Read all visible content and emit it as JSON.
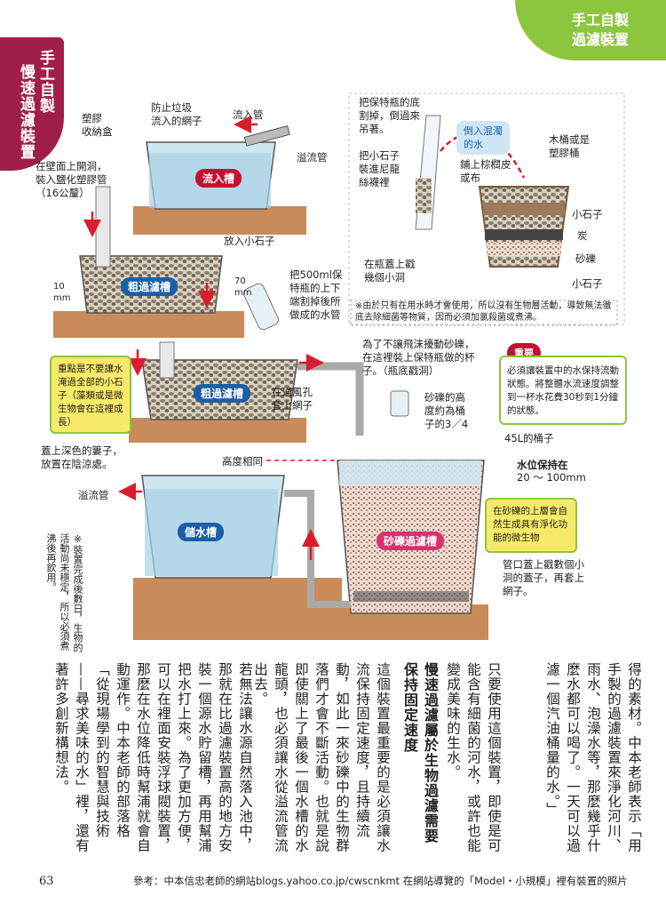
{
  "header": {
    "tab_right_line1": "手工自製",
    "tab_right_line2": "過濾裝置",
    "tab_left_line1": "手工自製",
    "tab_left_line2": "慢速過濾裝置"
  },
  "diagram": {
    "labels": {
      "plastic_box": "塑膠\n收納盒",
      "anti_debris_net": "防止垃圾\n流入的網子",
      "inflow_pipe": "流入管",
      "overflow_pipe_top": "溢流管",
      "wall_hole": "在壁面上開洞，\n裝入鹽化塑膠管\n（16公釐）",
      "inflow_tank": "流入槽",
      "small_stones": "放入小石子",
      "coarse_tank_1": "粗過濾槽",
      "mm10": "10\nmm",
      "mm70": "70\nmm",
      "bottle_pipe": "把500ml保\n特瓶的上下\n端割掉後所\n做成的水管",
      "coarse_tank_2": "粗過濾槽",
      "point_note": "重點是不要讓水淹過全部的小石子（藻類或是微生物會在這裡成長）",
      "cup_note": "為了不讓飛沫擾動砂礫，\n在這裡裝上保特瓶做的杯\n子。（瓶底戳洞）",
      "important_tag": "重要",
      "important_note": "必須讓裝置中的水保持流動狀態。將整體水流速度調整到一杯水花費30秒到1分鐘的狀態。",
      "vent_net": "在通風孔\n套上網子",
      "gravel_height": "砂礫的高\n度約為桶\n子的3／4",
      "bucket_45l": "45L的桶子",
      "dark_basket": "蓋上深色的簍子，\n放置在陰涼處。",
      "same_height": "高度相同",
      "water_level": "水位保持在",
      "water_level_range": "20 〜 100mm",
      "overflow_pipe_bottom": "溢流管",
      "storage_tank": "儲水槽",
      "gravel_tank": "砂礫過濾槽",
      "bio_note": "在砂礫的上層會自然生成具有淨化功能的微生物",
      "pipe_cap_note": "管口蓋上戳數個小\n洞的蓋子，再套上\n網子。",
      "bottle_cut": "把保特瓶的底\n割掉，倒過來\n吊著。",
      "pour_water": "倒入混濁\n的水",
      "nylon": "把小石子\n裝進尼龍\n絲襪裡",
      "wood_bucket": "木桶或是\n塑膠桶",
      "palm_skin": "鋪上棕櫚皮\n或布",
      "stones_r": "小石子",
      "charcoal": "炭",
      "gravel_r": "砂礫",
      "stones_r2": "小石子",
      "cap_holes": "在瓶蓋上戳\n幾個小洞",
      "caution": "※由於只有在用水時才會使用，所以沒有生物層活動，導致無法徹底去除細菌等物質，因而必須加氯殺菌或煮沸。"
    }
  },
  "side_note": "※裝置完成後數日，生物的活動尚未穩定，所以必須煮沸後再飲用。",
  "article": {
    "para1": "得的素材。中本老師表示「用手製的過濾裝置來淨化河川、雨水、泡澡水等，那麼幾乎什麼水都可以喝了。一天可以過濾一個汽油桶量的水。」",
    "para2": "只要使用這個裝置，即使是可能含有細菌的河水，或許也能變成美味的生水。",
    "heading": "慢速過濾屬於生物過濾需要保持固定速度",
    "para3": "這個裝置最重要的是必須讓水流保持固定速度，且持續流動，如此一來砂礫中的生物群落們才會不斷活動。也就是說即使關上了最後一個水槽的水龍頭，也必須讓水從溢流管流出去。",
    "para4": "若無法讓水源自然落入池中，那就在比過濾裝置高的地方安裝一個源水貯留槽，再用幫浦把水打上來。為了更加方便，可以在裡面安裝浮球閥裝置，那麼在水位降低時幫浦就會自動運作。中本老師的部落格「從現場學到的智慧與技術——尋求美味的水」裡，還有著許多創新構想法。"
  },
  "footer": {
    "page_number": "63",
    "reference": "參考：中本信忠老師的網站blogs.yahoo.co.jp/cwscnkmt 在網站導覽的「Model・小規模」裡有裝置的照片"
  },
  "colors": {
    "green": "#8cc63f",
    "burgundy": "#a01f4a",
    "red": "#c8102e",
    "water_blue": "#bfe0f0",
    "soil": "#c98b5a"
  }
}
